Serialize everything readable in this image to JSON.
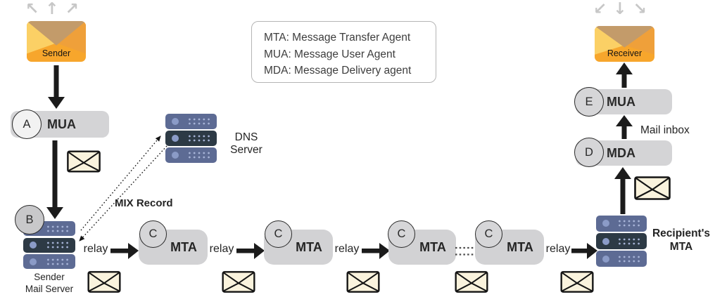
{
  "legend": {
    "lines": [
      "MTA: Message Transfer Agent",
      "MUA: Message User Agent",
      "MDA: Message Delivery agent"
    ]
  },
  "sender": {
    "label": "Sender"
  },
  "receiver": {
    "label": "Receiver"
  },
  "mua_a": {
    "badge": "A",
    "label": "MUA"
  },
  "sender_mail_server": {
    "badge": "B",
    "name_line1": "Sender",
    "name_line2": "Mail Server"
  },
  "dns_server": {
    "name_line1": "DNS",
    "name_line2": "Server"
  },
  "mix_record_label": "MIX Record",
  "relays": [
    {
      "label": "relay"
    },
    {
      "label": "relay"
    },
    {
      "label": "relay"
    },
    {
      "label": "relay"
    }
  ],
  "mtas": [
    {
      "badge": "C",
      "label": "MTA"
    },
    {
      "badge": "C",
      "label": "MTA"
    },
    {
      "badge": "C",
      "label": "MTA"
    },
    {
      "badge": "C",
      "label": "MTA"
    }
  ],
  "recipient_mta": {
    "name_line1": "Recipient's",
    "name_line2": "MTA"
  },
  "mda": {
    "badge": "D",
    "label": "MDA"
  },
  "mua_e": {
    "badge": "E",
    "label": "MUA"
  },
  "mail_inbox_label": "Mail inbox",
  "ray_out": {
    "left": "↖",
    "up": "↑",
    "right": "↗"
  },
  "ray_in": {
    "left": "↙",
    "down": "↓",
    "right": "↘"
  },
  "icons": {
    "sender": "orange-envelope",
    "receiver": "orange-envelope",
    "message": "cream-envelope",
    "server": "server-stack"
  },
  "colors": {
    "accent_orange": "#F7A62C",
    "flap_tan": "#C39B6A",
    "server_slate": "#5D6B94",
    "server_dark": "#2D3A45",
    "node_gray": "#D4D4D6",
    "envelope_cream": "#FAF3DD",
    "arrow_black": "#1B1B1B",
    "ray_gray": "#C7C7C7"
  }
}
